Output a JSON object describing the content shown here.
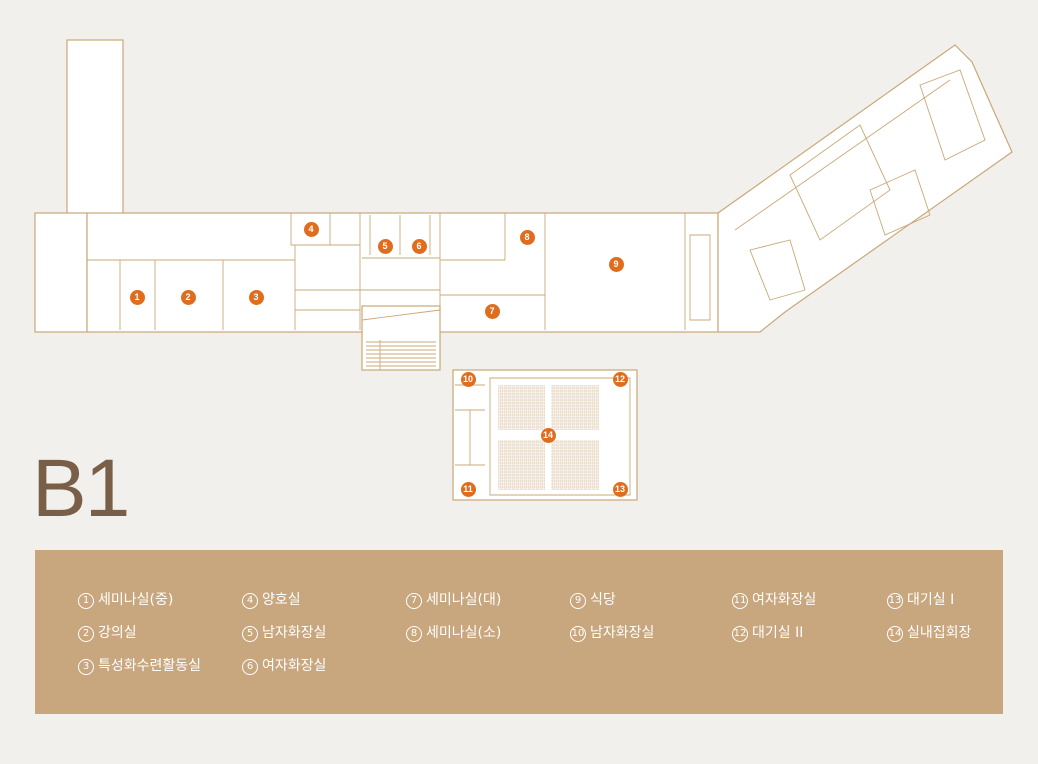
{
  "floor_label": "B1",
  "colors": {
    "background": "#f2f0ec",
    "wall": "#c9a877",
    "marker": "#e06d1e",
    "legend_bg": "#c8a67e",
    "floor_label": "#7a5f48"
  },
  "markers": [
    "1",
    "2",
    "3",
    "4",
    "5",
    "6",
    "7",
    "8",
    "9",
    "10",
    "11",
    "12",
    "13",
    "14"
  ],
  "legend": [
    {
      "num": "1",
      "label": "세미나실(중)"
    },
    {
      "num": "2",
      "label": "강의실"
    },
    {
      "num": "3",
      "label": "특성화수련활동실"
    },
    {
      "num": "4",
      "label": "양호실"
    },
    {
      "num": "5",
      "label": "남자화장실"
    },
    {
      "num": "6",
      "label": "여자화장실"
    },
    {
      "num": "7",
      "label": "세미나실(대)"
    },
    {
      "num": "8",
      "label": "세미나실(소)"
    },
    {
      "num": "9",
      "label": "식당"
    },
    {
      "num": "10",
      "label": "남자화장실"
    },
    {
      "num": "11",
      "label": "여자화장실"
    },
    {
      "num": "12",
      "label": "대기실 II"
    },
    {
      "num": "13",
      "label": "대기실 I"
    },
    {
      "num": "14",
      "label": "실내집회장"
    }
  ]
}
